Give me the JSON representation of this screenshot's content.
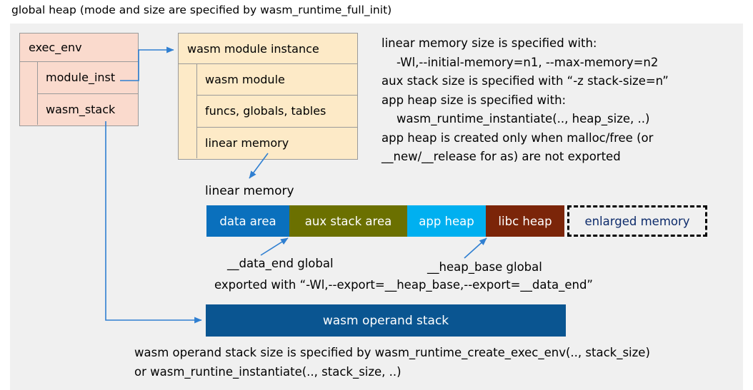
{
  "title": "global heap (mode and size are specified by wasm_runtime_full_init)",
  "colors": {
    "canvas_background": "#f0f0f0",
    "exec_env_fill": "#fadacd",
    "module_instance_fill": "#fdeac7",
    "box_border": "#9a9a9a",
    "arrow": "#2f7fd1",
    "data_area": "#0a70bd",
    "aux_stack_area": "#6b7000",
    "app_heap": "#00b0f0",
    "libc_heap": "#7b2509",
    "enlarged_memory_text": "#0d2b6b",
    "operand_stack": "#0a5591"
  },
  "exec_env": {
    "header": "exec_env",
    "fields": [
      "module_inst",
      "wasm_stack"
    ]
  },
  "module_instance": {
    "header": "wasm module instance",
    "fields": [
      "wasm module",
      "funcs, globals, tables",
      "linear memory"
    ]
  },
  "memory_notes": "linear memory size is specified with:\n    -Wl,--initial-memory=n1, --max-memory=n2\naux stack size is specified with “-z stack-size=n”\napp heap size is specified with:\n    wasm_runtime_instantiate(.., heap_size, ..)\napp heap is created only when malloc/free (or\n__new/__release for as) are not exported",
  "linear_memory": {
    "label": "linear memory",
    "segments": [
      {
        "label": "data area",
        "color": "#0a70bd",
        "width": 116,
        "text_color": "#ffffff",
        "style": "solid"
      },
      {
        "label": "aux stack area",
        "color": "#6b7000",
        "width": 165,
        "text_color": "#ffffff",
        "style": "solid"
      },
      {
        "label": "app heap",
        "color": "#00b0f0",
        "width": 110,
        "text_color": "#ffffff",
        "style": "solid"
      },
      {
        "label": "libc heap",
        "color": "#7b2509",
        "width": 110,
        "text_color": "#ffffff",
        "style": "solid"
      },
      {
        "label": "enlarged memory",
        "color": "#f0f0f0",
        "width": 196,
        "text_color": "#0d2b6b",
        "style": "dashed"
      }
    ]
  },
  "annotations": {
    "data_end": "__data_end global",
    "heap_base": "__heap_base global",
    "export_note": "exported with “-Wl,--export=__heap_base,--export=__data_end”"
  },
  "operand_stack": {
    "label": "wasm operand stack",
    "notes": "wasm operand stack size is specified by wasm_runtime_create_exec_env(.., stack_size)\nor wasm_runtine_instantiate(.., stack_size, ..)"
  }
}
